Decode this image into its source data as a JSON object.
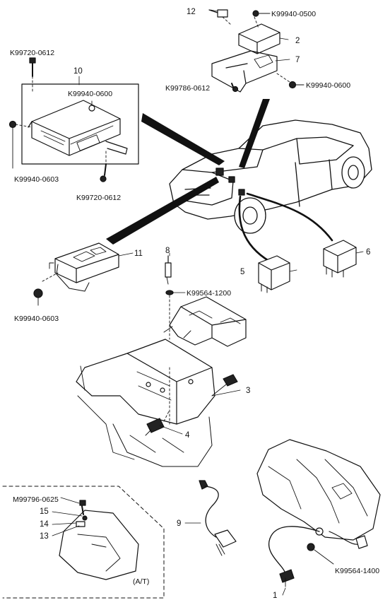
{
  "callouts": {
    "n1": "1",
    "n2": "2",
    "n3": "3",
    "n4": "4",
    "n5": "5",
    "n6": "6",
    "n7": "7",
    "n8": "8",
    "n9": "9",
    "n10": "10",
    "n11": "11",
    "n12": "12",
    "n13": "13",
    "n14": "14",
    "n15": "15"
  },
  "part_numbers": {
    "k99940_0500": "K99940-0500",
    "k99720_0612_top": "K99720-0612",
    "k99940_0600_ecu": "K99940-0600",
    "k99786_0612": "K99786-0612",
    "k99940_0600_right": "K99940-0600",
    "k99940_0603_left": "K99940-0603",
    "k99720_0612_bottom": "K99720-0612",
    "k99564_1200": "K99564-1200",
    "k99940_0603_box": "K99940-0603",
    "m99796_0625": "M99796-0625",
    "k99564_1400": "K99564-1400"
  },
  "inset_label": "(A/T)"
}
